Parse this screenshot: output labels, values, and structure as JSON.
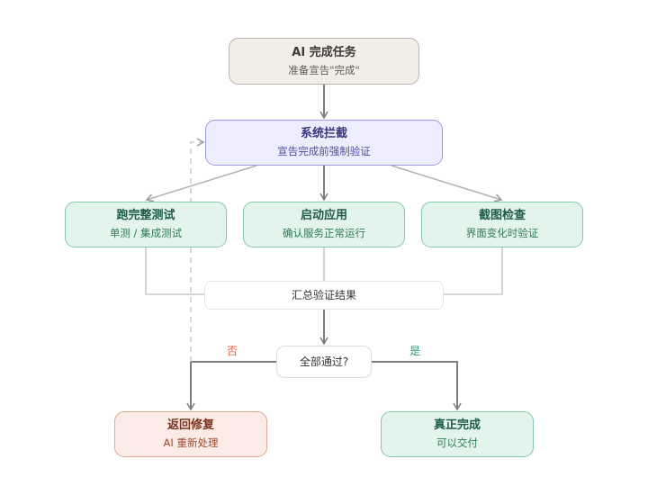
{
  "nodes": {
    "start": {
      "title": "AI 完成任务",
      "subtitle": "准备宣告\"完成\""
    },
    "intercept": {
      "title": "系统拦截",
      "subtitle": "宣告完成前强制验证"
    },
    "test": {
      "title": "跑完整测试",
      "subtitle": "单测 / 集成测试"
    },
    "launch": {
      "title": "启动应用",
      "subtitle": "确认服务正常运行"
    },
    "screenshot": {
      "title": "截图检查",
      "subtitle": "界面变化时验证"
    },
    "summary": {
      "label": "汇总验证结果"
    },
    "decision": {
      "label": "全部通过?"
    },
    "fix": {
      "title": "返回修复",
      "subtitle": "AI 重新处理"
    },
    "done": {
      "title": "真正完成",
      "subtitle": "可以交付"
    }
  },
  "edge_labels": {
    "no": "否",
    "yes": "是"
  },
  "colors": {
    "edge": "#7d7d7d",
    "edge_light": "#b5b5b5",
    "no": "#e0613f",
    "yes": "#2f9a6f"
  }
}
